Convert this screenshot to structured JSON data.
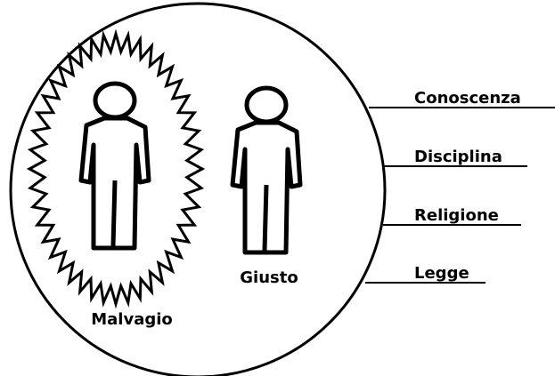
{
  "figures": {
    "wicked": "Malvagio",
    "righteous": "Giusto"
  },
  "layers": [
    {
      "label": "Conoscenza"
    },
    {
      "label": "Disciplina"
    },
    {
      "label": "Religione"
    },
    {
      "label": "Legge"
    }
  ],
  "colors": {
    "ink": "#000000",
    "background": "#ffffff"
  }
}
